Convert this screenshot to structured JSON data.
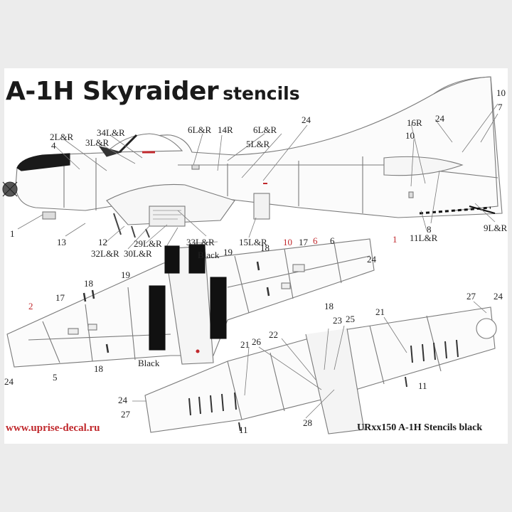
{
  "sheet": {
    "title": "A-1H Skyraider",
    "title_suffix": "stencils",
    "website": "www.uprise-decal.ru",
    "product_code": "URxx150 A-1H Stencils black",
    "colors": {
      "frame": "#e8e8e8",
      "outline": "#7a7a7a",
      "black": "#111111",
      "red": "#c0282c",
      "text": "#222222"
    }
  },
  "labels": {
    "fuselage": [
      "2L&R",
      "34L&R",
      "3L&R",
      "4",
      "6L&R",
      "14R",
      "6L&R",
      "5L&R",
      "24",
      "16R",
      "10",
      "24",
      "10",
      "7",
      "1",
      "13",
      "12",
      "32L&R",
      "29L&R",
      "30L&R",
      "33L&R",
      "15L&R",
      "1",
      "11L&R",
      "8",
      "9L&R"
    ],
    "upper_wing": [
      "Black",
      "19",
      "18",
      "10",
      "17",
      "6",
      "6",
      "24",
      "19",
      "18",
      "2",
      "17",
      "18",
      "18",
      "5",
      "24",
      "Black"
    ],
    "lower_wing": [
      "27",
      "24",
      "21",
      "23",
      "25",
      "22",
      "26",
      "21",
      "11",
      "24",
      "27",
      "28",
      "11"
    ]
  },
  "red_labels": [
    "10",
    "6",
    "1",
    "2"
  ]
}
